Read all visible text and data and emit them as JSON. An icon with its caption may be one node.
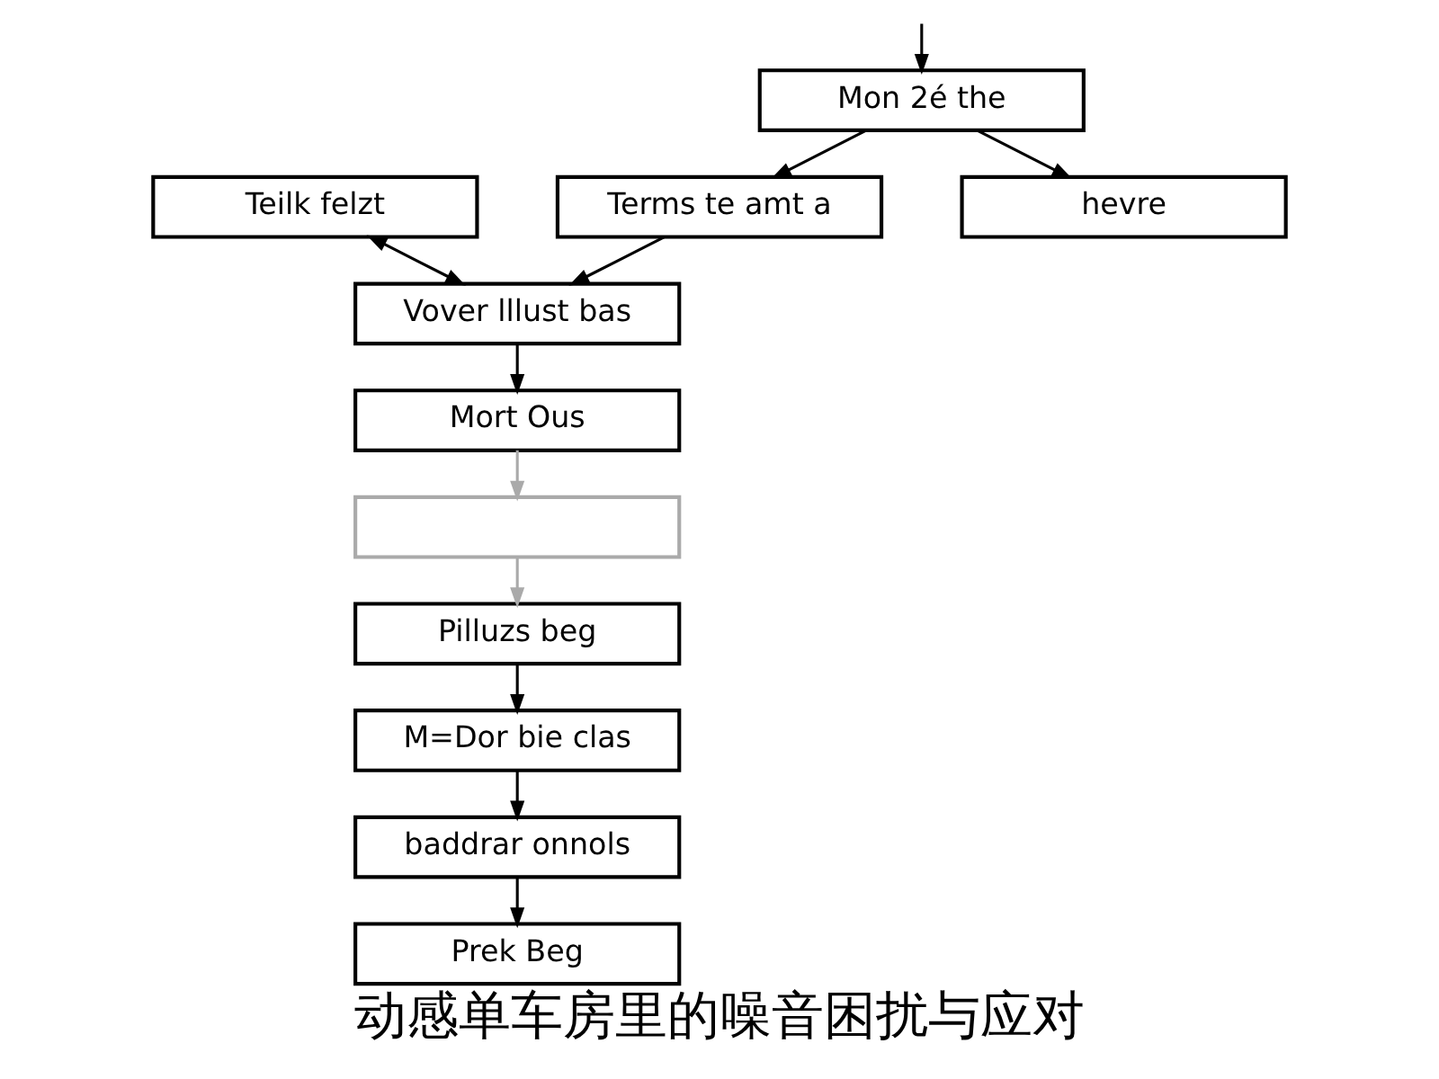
{
  "diagram": {
    "title": "动感单车房里的噪音困扰与应对",
    "nodes": [
      {
        "text": [
          "Mon 2é the"
        ]
      },
      {
        "text": [
          "Terms te amt a"
        ]
      },
      {
        "text": [
          "hevre"
        ]
      },
      {
        "text": [
          "Vover lllust bas"
        ]
      },
      {
        "text": [
          "Teilk felzt"
        ]
      },
      {
        "text": [
          "Mort Ous"
        ]
      },
      {
        "text": [],
        "shape": "box"
      },
      {
        "text": [
          "Pilluzs beg"
        ]
      },
      {
        "text": [
          "M=Dor bie clas"
        ]
      },
      {
        "text": [
          "baddrar onnols"
        ]
      },
      {
        "text": [
          "Prek Beg"
        ]
      }
    ],
    "edges": [
      {
        "from": null,
        "to": 0,
        "arrow": "to"
      },
      {
        "from": 0,
        "to": 1,
        "arrow": "to"
      },
      {
        "from": 0,
        "to": 2,
        "arrow": "to"
      },
      {
        "from": 1,
        "to": 3,
        "arrow": "to"
      },
      {
        "from": 4,
        "to": 3,
        "arrow": "both"
      },
      {
        "from": 3,
        "to": 5,
        "arrow": "to"
      },
      {
        "from": 5,
        "to": 6,
        "arrow": "to",
        "color": "#aaaaaa"
      },
      {
        "from": 6,
        "to": 7,
        "arrow": "to",
        "color": "#aaaaaa"
      },
      {
        "from": 7,
        "to": 8,
        "arrow": "to"
      },
      {
        "from": 8,
        "to": 9,
        "arrow": "to"
      },
      {
        "from": 9,
        "to": 10,
        "arrow": "to"
      }
    ]
  }
}
